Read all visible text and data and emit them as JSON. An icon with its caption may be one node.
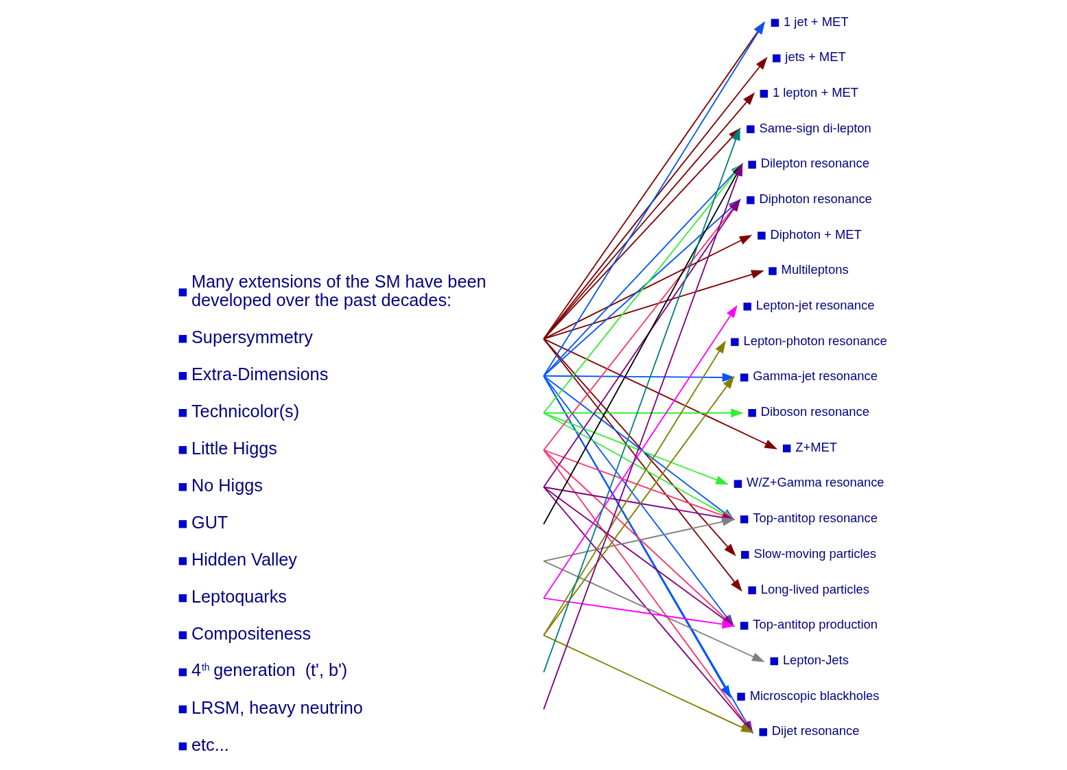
{
  "diagram": {
    "nodes": [
      {
        "text": [
          "Supersymmetry"
        ]
      },
      {
        "text": [
          "Extra-Dimensions"
        ]
      },
      {
        "text": [
          "Technicolor(s)"
        ]
      },
      {
        "text": [
          "Little Higgs"
        ]
      },
      {
        "text": [
          "No Higgs"
        ]
      },
      {
        "text": [
          "GUT"
        ]
      },
      {
        "text": [
          "Hidden Valley"
        ]
      },
      {
        "text": [
          "Leptoquarks"
        ]
      },
      {
        "text": [
          "Compositeness"
        ]
      },
      {
        "text": [
          "4$^{th}$ generation  (t', b')"
        ]
      },
      {
        "text": [
          "LRSM, heavy neutrino"
        ]
      },
      {
        "text": [
          "1 jet + MET"
        ]
      },
      {
        "text": [
          "jets + MET"
        ]
      },
      {
        "text": [
          "1 lepton + MET"
        ]
      },
      {
        "text": [
          "Same-sign di-lepton"
        ]
      },
      {
        "text": [
          "Dilepton resonance"
        ]
      },
      {
        "text": [
          "Diphoton resonance"
        ]
      },
      {
        "text": [
          "Diphoton + MET"
        ]
      },
      {
        "text": [
          "Multileptons"
        ]
      },
      {
        "text": [
          "Lepton-jet resonance"
        ]
      },
      {
        "text": [
          "Lepton-photon resonance"
        ]
      },
      {
        "text": [
          "Gamma-jet resonance"
        ]
      },
      {
        "text": [
          "Diboson resonance"
        ]
      },
      {
        "text": [
          "Z+MET"
        ]
      },
      {
        "text": [
          "W/Z+Gamma resonance"
        ]
      },
      {
        "text": [
          "Top-antitop resonance"
        ]
      },
      {
        "text": [
          "Slow-moving particles"
        ]
      },
      {
        "text": [
          "Long-lived particles"
        ]
      },
      {
        "text": [
          "Top-antitop production"
        ]
      },
      {
        "text": [
          "Lepton-Jets"
        ]
      },
      {
        "text": [
          "Microscopic blackholes"
        ]
      },
      {
        "text": [
          "Dijet resonance"
        ]
      }
    ],
    "edges": [
      {
        "from": 0,
        "to": 11,
        "arrow": "to",
        "color": "#800000"
      },
      {
        "from": 0,
        "to": 12,
        "arrow": "to",
        "color": "#800000"
      },
      {
        "from": 0,
        "to": 13,
        "arrow": "to",
        "color": "#800000"
      },
      {
        "from": 0,
        "to": 14,
        "arrow": "to",
        "color": "#800000"
      },
      {
        "from": 0,
        "to": 17,
        "arrow": "to",
        "color": "#800000"
      },
      {
        "from": 0,
        "to": 18,
        "arrow": "to",
        "color": "#800000"
      },
      {
        "from": 0,
        "to": 23,
        "arrow": "to",
        "color": "#800000"
      },
      {
        "from": 0,
        "to": 26,
        "arrow": "to",
        "color": "#800000"
      },
      {
        "from": 0,
        "to": 27,
        "arrow": "to",
        "color": "#800000"
      },
      {
        "from": 1,
        "to": 11,
        "arrow": "to",
        "color": "#0055ff"
      },
      {
        "from": 1,
        "to": 15,
        "arrow": "to",
        "color": "#0055ff"
      },
      {
        "from": 1,
        "to": 16,
        "arrow": "to",
        "color": "#0055ff"
      },
      {
        "from": 1,
        "to": 21,
        "arrow": "to",
        "color": "#0055ff"
      },
      {
        "from": 1,
        "to": 25,
        "arrow": "to",
        "color": "#0055ff"
      },
      {
        "from": 1,
        "to": 28,
        "arrow": "to",
        "color": "#0055ff"
      },
      {
        "from": 1,
        "to": 30,
        "arrow": "to",
        "color": "#0055ff"
      },
      {
        "from": 1,
        "to": 31,
        "arrow": "to",
        "color": "#0055ff"
      },
      {
        "from": 2,
        "to": 15,
        "arrow": "to",
        "color": "#33ee33"
      },
      {
        "from": 2,
        "to": 22,
        "arrow": "to",
        "color": "#33ee33"
      },
      {
        "from": 2,
        "to": 24,
        "arrow": "to",
        "color": "#33ee33"
      },
      {
        "from": 2,
        "to": 25,
        "arrow": "to",
        "color": "#33ee33"
      },
      {
        "from": 3,
        "to": 16,
        "arrow": "to",
        "color": "#ff3366"
      },
      {
        "from": 3,
        "to": 25,
        "arrow": "to",
        "color": "#ff3366"
      },
      {
        "from": 3,
        "to": 28,
        "arrow": "to",
        "color": "#ff3366"
      },
      {
        "from": 3,
        "to": 31,
        "arrow": "to",
        "color": "#ff3366"
      },
      {
        "from": 4,
        "to": 16,
        "arrow": "to",
        "color": "#800080"
      },
      {
        "from": 4,
        "to": 25,
        "arrow": "to",
        "color": "#800080"
      },
      {
        "from": 4,
        "to": 28,
        "arrow": "to",
        "color": "#800080"
      },
      {
        "from": 4,
        "to": 31,
        "arrow": "to",
        "color": "#800080"
      },
      {
        "from": 5,
        "to": 15,
        "arrow": "to",
        "color": "#000000"
      },
      {
        "from": 6,
        "to": 25,
        "arrow": "to",
        "color": "#808080"
      },
      {
        "from": 6,
        "to": 29,
        "arrow": "to",
        "color": "#808080"
      },
      {
        "from": 7,
        "to": 19,
        "arrow": "to",
        "color": "#ff00ff"
      },
      {
        "from": 7,
        "to": 28,
        "arrow": "to",
        "color": "#ff00ff"
      },
      {
        "from": 8,
        "to": 20,
        "arrow": "to",
        "color": "#808000"
      },
      {
        "from": 8,
        "to": 21,
        "arrow": "to",
        "color": "#808000"
      },
      {
        "from": 8,
        "to": 31,
        "arrow": "to",
        "color": "#808000"
      },
      {
        "from": 9,
        "to": 14,
        "arrow": "to",
        "color": "#008080"
      },
      {
        "from": 10,
        "to": 15,
        "arrow": "to",
        "color": "#800080"
      }
    ],
    "labels": [
      "Many extensions of the SM have been developed over the past decades:",
      "etc..."
    ]
  }
}
